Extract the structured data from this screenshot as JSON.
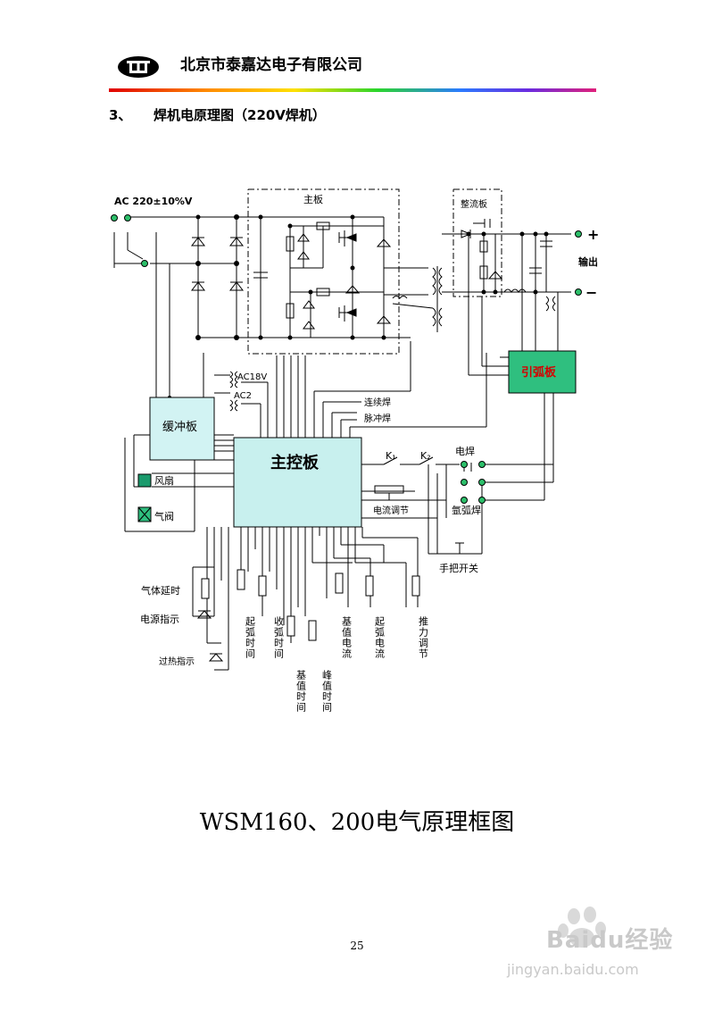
{
  "header": {
    "company": "北京市泰嘉达电子有限公司",
    "logo_text": "TJD"
  },
  "section": {
    "number": "3、",
    "title": "焊机电原理图（220V焊机）"
  },
  "diagram": {
    "input_label": "AC 220±10%V",
    "main_board": "主板",
    "rectifier_board": "整流板",
    "output_label": "输出",
    "plus": "+",
    "minus": "−",
    "arc_board": "引弧板",
    "ac18v": "AC18V",
    "ac2": "AC2",
    "buffer_board": "缓冲板",
    "control_board": "主控板",
    "fan": "风扇",
    "gas_valve": "气阀",
    "continuous_weld": "连续焊",
    "pulse_weld": "脉冲焊",
    "k1": "K₁",
    "k2": "K₂",
    "electric_weld": "电焊",
    "argon_weld": "氩弧焊",
    "current_adjust": "电流调节",
    "handle_switch": "手把开关",
    "gas_delay": "气体延时",
    "power_indicator": "电源指示",
    "overheat_indicator": "过热指示",
    "arc_start_time": "起弧时间",
    "arc_end_time": "收弧时间",
    "base_current": "基值电流",
    "arc_start_current": "起弧电流",
    "thrust_adjust": "推力调节",
    "base_time": "基值时间",
    "peak_time": "峰值时间"
  },
  "caption": "WSM160、200电气原理框图",
  "page_number": "25",
  "watermark": {
    "line1": "Baidu经验",
    "line2": "jingyan.baidu.com"
  },
  "colors": {
    "arc_board_fill": "#2fbf7f",
    "arc_board_text": "#d40000",
    "buffer_fill": "#d2f3f3",
    "control_fill": "#c8f0ee",
    "fan_fill": "#1a9a6c",
    "terminal": "#2cbf6a"
  }
}
